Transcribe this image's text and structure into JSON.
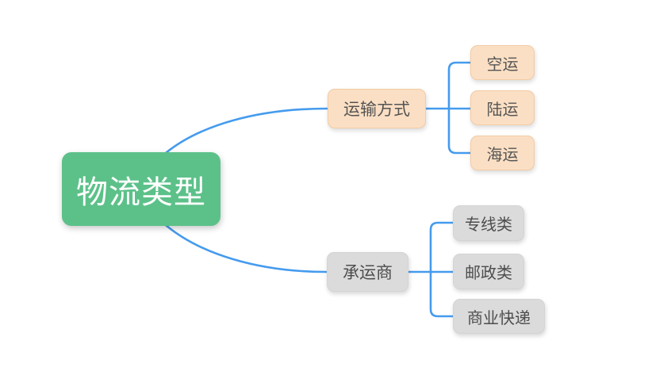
{
  "theme": {
    "canvas_bg": "#ffffff",
    "line_color": "#459bee",
    "root_bg": "#5cc189",
    "root_text_color": "#ffffff",
    "peach_bg": "#fbdfc4",
    "peach_border": "#f2cba4",
    "gray_bg": "#dbdbdb",
    "gray_border": "#d4d4d4",
    "branch_text_color": "#555555",
    "gray_text_color": "#4d4d4d"
  },
  "mindmap": {
    "root": {
      "label": "物流类型"
    },
    "branches": [
      {
        "label": "运输方式",
        "children": [
          {
            "label": "空运"
          },
          {
            "label": "陆运"
          },
          {
            "label": "海运"
          }
        ]
      },
      {
        "label": "承运商",
        "children": [
          {
            "label": "专线类"
          },
          {
            "label": "邮政类"
          },
          {
            "label": "商业快递"
          }
        ]
      }
    ]
  }
}
